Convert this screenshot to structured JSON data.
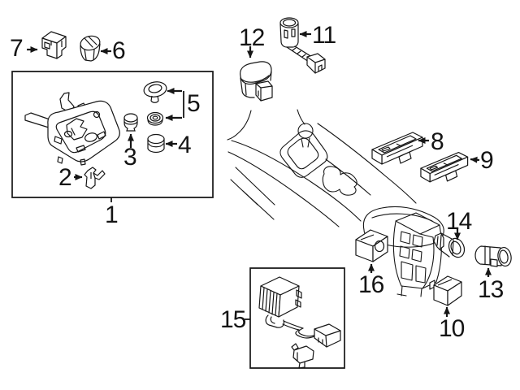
{
  "page": {
    "background": "#ffffff",
    "line_color": "#161616",
    "description": "exploded-parts-diagram-center-console"
  },
  "callouts": {
    "1": {
      "label": "1",
      "part": "console-trim-panel-kit-box"
    },
    "2": {
      "label": "2",
      "part": "retainer-clip"
    },
    "3": {
      "label": "3",
      "part": "cap"
    },
    "4": {
      "label": "4",
      "part": "grommet"
    },
    "5": {
      "label": "5",
      "part": "cover-disc-and-seal-ring-set"
    },
    "6": {
      "label": "6",
      "part": "round-knob"
    },
    "7": {
      "label": "7",
      "part": "small-switch"
    },
    "8": {
      "label": "8",
      "part": "switch-bar-upper"
    },
    "9": {
      "label": "9",
      "part": "switch-bar-lower"
    },
    "10": {
      "label": "10",
      "part": "relay-cube"
    },
    "11": {
      "label": "11",
      "part": "cigarette-lighter-with-lead"
    },
    "12": {
      "label": "12",
      "part": "lighter-ashtray-housing"
    },
    "13": {
      "label": "13",
      "part": "power-outlet-socket"
    },
    "14": {
      "label": "14",
      "part": "outlet-socket-housing"
    },
    "15": {
      "label": "15",
      "part": "control-module-with-harness-box"
    },
    "16": {
      "label": "16",
      "part": "switch-block-cube"
    }
  }
}
